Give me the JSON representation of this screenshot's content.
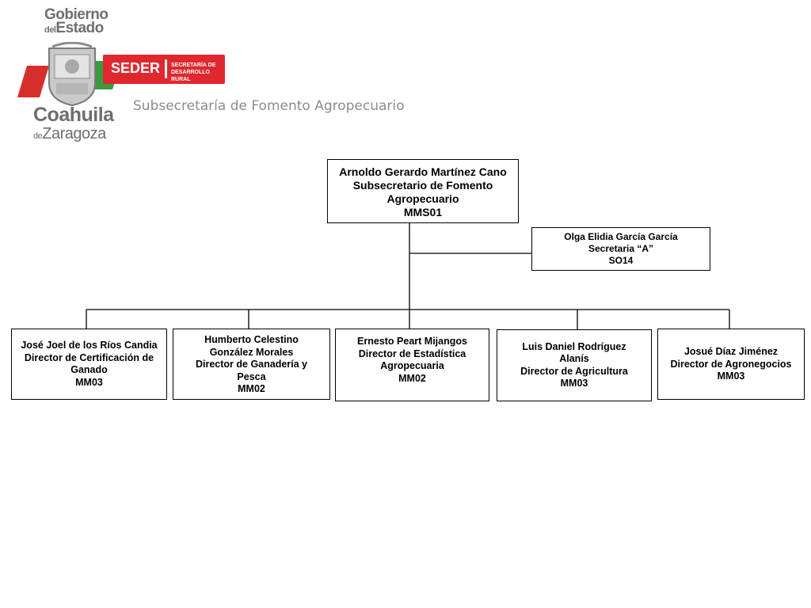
{
  "header": {
    "logo_line1": "Gobierno",
    "logo_line2_small": "del",
    "logo_line2": "Estado",
    "state_name": "Coahuila",
    "state_sub_small": "de",
    "state_sub": "Zaragoza",
    "seder_word": "SEDER",
    "seder_full_1": "SECRETARÍA DE",
    "seder_full_2": "DESARROLLO RURAL",
    "page_title": "Subsecretaría de Fomento Agropecuario"
  },
  "colors": {
    "seder_red": "#e0272e",
    "flag_green": "#3a9b3e",
    "flag_red": "#d62e2b",
    "logo_gray": "#6e6e6e",
    "title_gray": "#8c8c8c"
  },
  "org": {
    "head": {
      "name": "Arnoldo Gerardo Martínez Cano",
      "role_1": "Subsecretario de Fomento",
      "role_2": "Agropecuario",
      "code": "MMS01"
    },
    "secretary": {
      "name": "Olga Elidia García García",
      "role": "Secretaria “A”",
      "code": "SO14"
    },
    "directors": [
      {
        "name": "José Joel de los Ríos Candia",
        "role_1": "Director de Certificación de",
        "role_2": "Ganado",
        "code": "MM03"
      },
      {
        "name_1": "Humberto Celestino",
        "name_2": "González Morales",
        "role_1": "Director de Ganadería y",
        "role_2": "Pesca",
        "code": "MM02"
      },
      {
        "name": "Ernesto Peart  Mijangos",
        "role_1": "Director de Estadística",
        "role_2": "Agropecuaria",
        "code": "MM02"
      },
      {
        "name_1": "Luis Daniel Rodríguez",
        "name_2": "Alanís",
        "role": "Director de Agricultura",
        "code": "MM03"
      },
      {
        "name": "Josué Díaz Jiménez",
        "role": "Director de Agronegocios",
        "code": "MM03"
      }
    ]
  }
}
